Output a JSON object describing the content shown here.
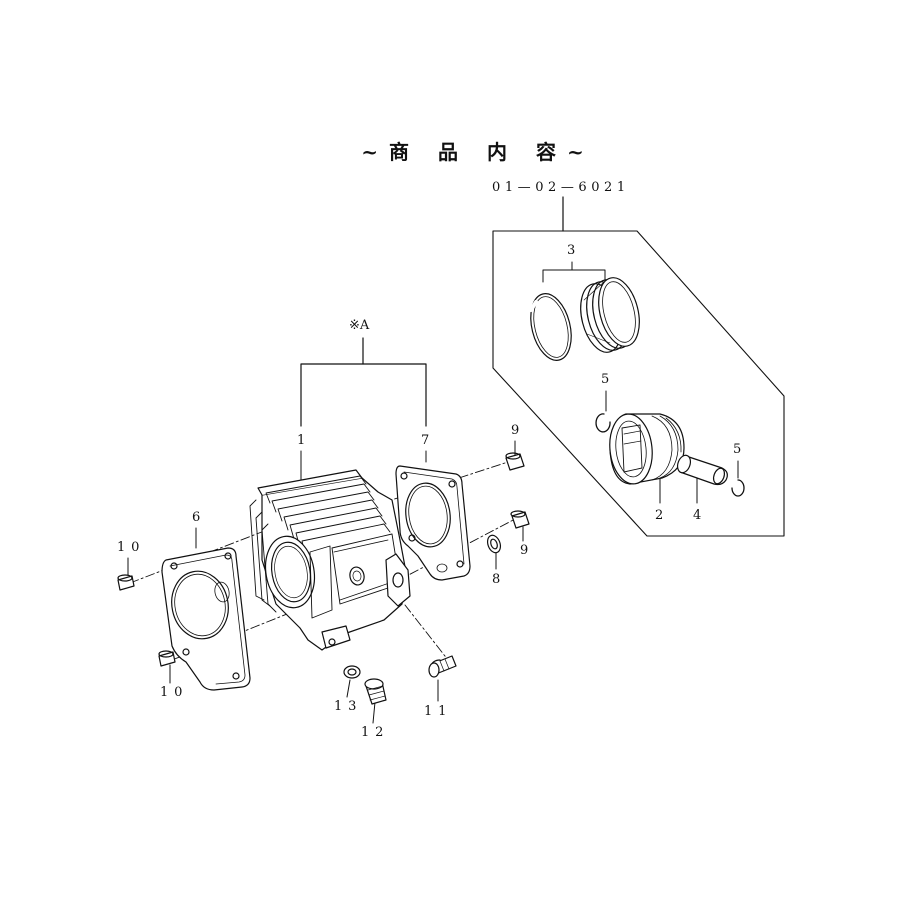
{
  "title": "~商 品 内 容~",
  "kit_part_number": "01—02—6021",
  "group_mark": "※A",
  "callouts": {
    "c1": "1",
    "c2": "2",
    "c3": "3",
    "c4": "4",
    "c5a": "5",
    "c5b": "5",
    "c6": "6",
    "c7": "7",
    "c8": "8",
    "c9a": "9",
    "c9b": "9",
    "c10a": "10",
    "c10b": "10",
    "c11": "11",
    "c12": "12",
    "c13": "13"
  },
  "colors": {
    "ink": "#111111",
    "background": "#ffffff"
  }
}
